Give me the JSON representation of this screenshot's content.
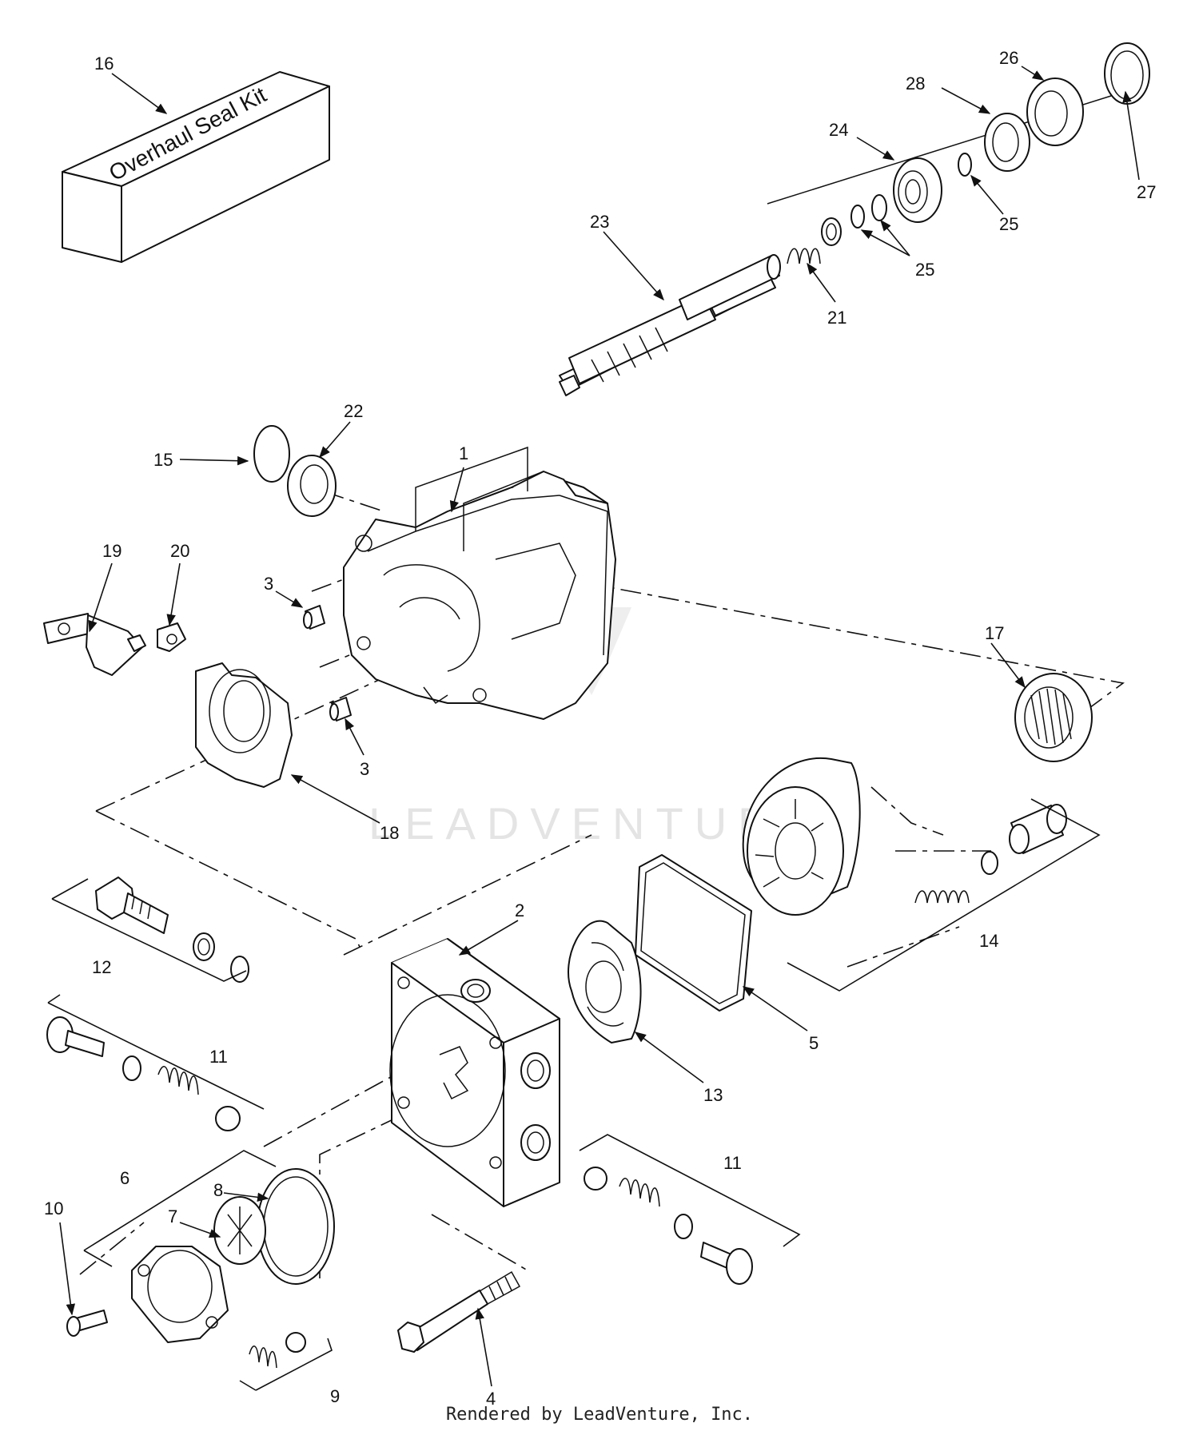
{
  "diagram": {
    "kit_box_label": "Overhaul Seal Kit",
    "watermark": "LEADVENTURE",
    "footer": "Rendered by LeadVenture, Inc.",
    "callouts": [
      {
        "id": "c16",
        "label": "16"
      },
      {
        "id": "c26",
        "label": "26"
      },
      {
        "id": "c28",
        "label": "28"
      },
      {
        "id": "c24",
        "label": "24"
      },
      {
        "id": "c27",
        "label": "27"
      },
      {
        "id": "c25a",
        "label": "25"
      },
      {
        "id": "c25b",
        "label": "25"
      },
      {
        "id": "c23",
        "label": "23"
      },
      {
        "id": "c21",
        "label": "21"
      },
      {
        "id": "c22",
        "label": "22"
      },
      {
        "id": "c1",
        "label": "1"
      },
      {
        "id": "c15",
        "label": "15"
      },
      {
        "id": "c19",
        "label": "19"
      },
      {
        "id": "c20",
        "label": "20"
      },
      {
        "id": "c3a",
        "label": "3"
      },
      {
        "id": "c3b",
        "label": "3"
      },
      {
        "id": "c17",
        "label": "17"
      },
      {
        "id": "c18",
        "label": "18"
      },
      {
        "id": "c2",
        "label": "2"
      },
      {
        "id": "c12",
        "label": "12"
      },
      {
        "id": "c14",
        "label": "14"
      },
      {
        "id": "c5",
        "label": "5"
      },
      {
        "id": "c13",
        "label": "13"
      },
      {
        "id": "c11a",
        "label": "11"
      },
      {
        "id": "c11b",
        "label": "11"
      },
      {
        "id": "c6",
        "label": "6"
      },
      {
        "id": "c8",
        "label": "8"
      },
      {
        "id": "c7",
        "label": "7"
      },
      {
        "id": "c10",
        "label": "10"
      },
      {
        "id": "c9",
        "label": "9"
      },
      {
        "id": "c4",
        "label": "4"
      }
    ]
  }
}
